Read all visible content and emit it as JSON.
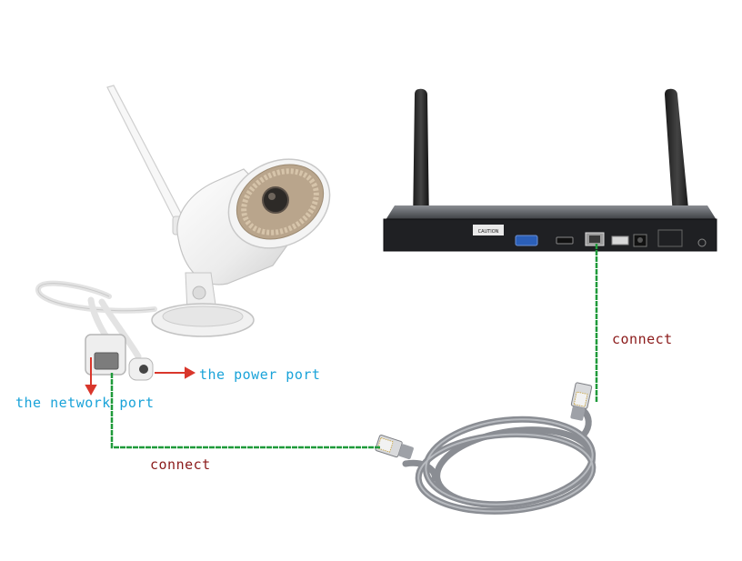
{
  "labels": {
    "power_port": "the power port",
    "network_port": "the network port",
    "connect_bottom": "connect",
    "connect_right": "connect"
  },
  "nvr": {
    "caution_text": "CAUTION"
  },
  "colors": {
    "label_port": "#1aa3d9",
    "label_connect": "#8b1a1a",
    "connect_line": "#1f9a3a",
    "pointer_arrow": "#d9362b",
    "camera_body": "#f2f2f2",
    "nvr_body": "#1e1f22",
    "cable": "#8a8d93"
  },
  "icons": {
    "camera": "bullet-camera",
    "recorder": "wireless-nvr",
    "cable": "ethernet-patch-cable"
  }
}
